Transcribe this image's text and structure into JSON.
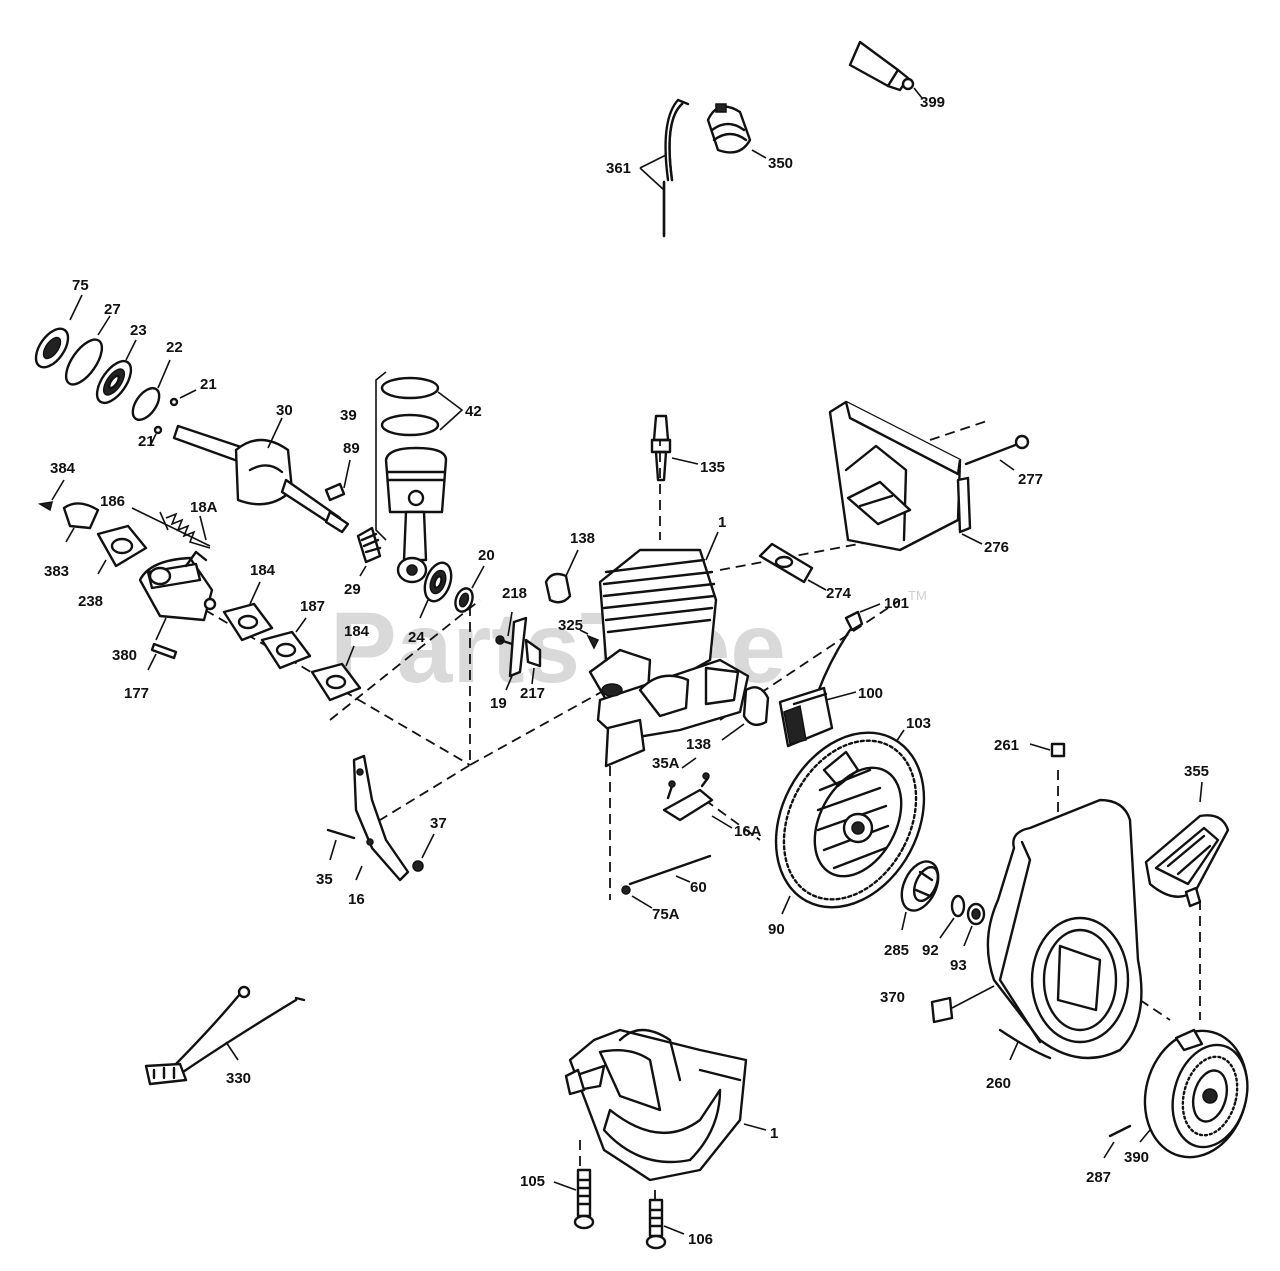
{
  "watermark": {
    "text": "PartsTree",
    "mark": "TM"
  },
  "labels": {
    "p399": "399",
    "p350": "350",
    "p361": "361",
    "p75": "75",
    "p27": "27",
    "p23": "23",
    "p22": "22",
    "p21a": "21",
    "p21b": "21",
    "p30": "30",
    "p39": "39",
    "p42": "42",
    "p89": "89",
    "p384": "384",
    "p186": "186",
    "p18A": "18A",
    "p383": "383",
    "p238": "238",
    "p380": "380",
    "p177": "177",
    "p184a": "184",
    "p187": "187",
    "p184b": "184",
    "p29": "29",
    "p24": "24",
    "p20": "20",
    "p135": "135",
    "p138a": "138",
    "p1a": "1",
    "p277": "277",
    "p276": "276",
    "p274": "274",
    "p218": "218",
    "p325": "325",
    "p19": "19",
    "p217": "217",
    "p101": "101",
    "p100": "100",
    "p103": "103",
    "p138b": "138",
    "p35A": "35A",
    "p16A": "16A",
    "p60": "60",
    "p75A": "75A",
    "p90": "90",
    "p285": "285",
    "p92": "92",
    "p93": "93",
    "p261": "261",
    "p355": "355",
    "p370": "370",
    "p260": "260",
    "p37": "37",
    "p35": "35",
    "p16": "16",
    "p330": "330",
    "p1b": "1",
    "p105": "105",
    "p106": "106",
    "p287": "287",
    "p390": "390"
  }
}
